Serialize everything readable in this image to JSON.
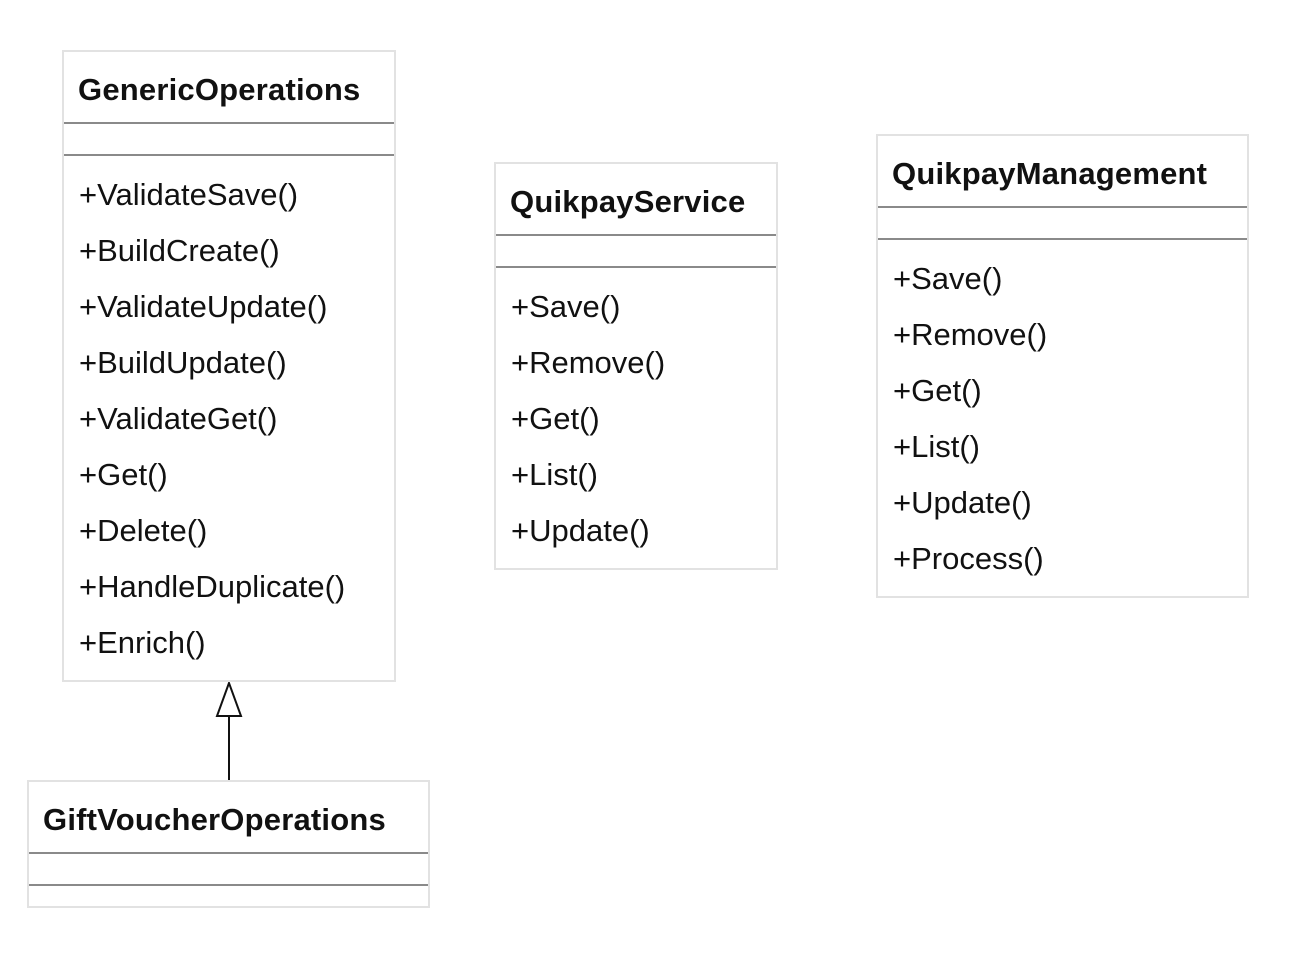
{
  "classes": {
    "generic_operations": {
      "name": "GenericOperations",
      "methods": [
        "+ValidateSave()",
        "+BuildCreate()",
        "+ValidateUpdate()",
        "+BuildUpdate()",
        "+ValidateGet()",
        "+Get()",
        "+Delete()",
        "+HandleDuplicate()",
        "+Enrich()"
      ]
    },
    "quikpay_service": {
      "name": "QuikpayService",
      "methods": [
        "+Save()",
        "+Remove()",
        "+Get()",
        "+List()",
        "+Update()"
      ]
    },
    "quikpay_management": {
      "name": "QuikpayManagement",
      "methods": [
        "+Save()",
        "+Remove()",
        "+Get()",
        "+List()",
        "+Update()",
        "+Process()"
      ]
    },
    "gift_voucher_operations": {
      "name": "GiftVoucherOperations",
      "methods": []
    }
  },
  "relationships": [
    {
      "type": "inheritance",
      "from": "GiftVoucherOperations",
      "to": "GenericOperations"
    }
  ],
  "colors": {
    "box_border": "#e2e2e2",
    "separator": "#8a8a8a",
    "text": "#111111",
    "arrow": "#111111"
  }
}
